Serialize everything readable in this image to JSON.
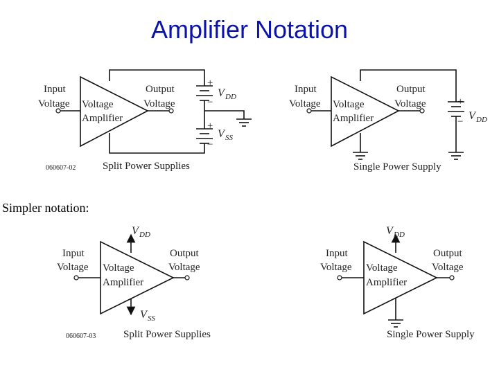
{
  "title": "Amplifier Notation",
  "simpler_notation": "Simpler notation:",
  "labels": {
    "input_line1": "Input",
    "input_line2": "Voltage",
    "output_line1": "Output",
    "output_line2": "Voltage",
    "amp_line1": "Voltage",
    "amp_line2": "Amplifier",
    "v": "V",
    "dd": "DD",
    "ss": "SS",
    "plus": "+",
    "minus": "−"
  },
  "captions": {
    "split": "Split Power Supplies",
    "single": "Single Power Supply",
    "fig_top": "060607-02",
    "fig_bottom": "060607-03"
  }
}
